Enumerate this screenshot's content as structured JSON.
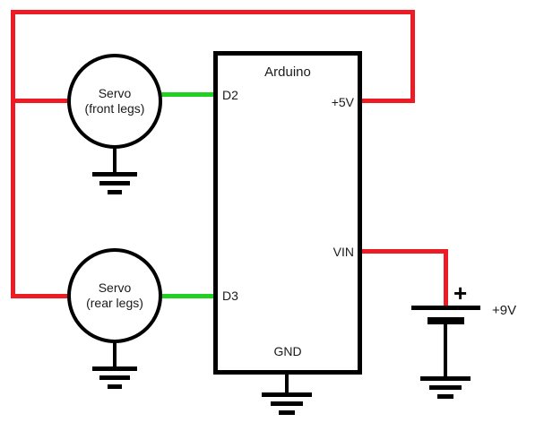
{
  "diagram": {
    "arduino": {
      "label": "Arduino",
      "pins": {
        "d2": "D2",
        "d3": "D3",
        "v5": "+5V",
        "vin": "VIN",
        "gnd": "GND"
      }
    },
    "servo_front": {
      "line1": "Servo",
      "line2": "(front legs)"
    },
    "servo_rear": {
      "line1": "Servo",
      "line2": "(rear legs)"
    },
    "battery": {
      "plus": "+",
      "label": "+9V"
    },
    "colors": {
      "wire_power": "#ed1c24",
      "wire_signal": "#21d121",
      "component": "#000000"
    }
  }
}
